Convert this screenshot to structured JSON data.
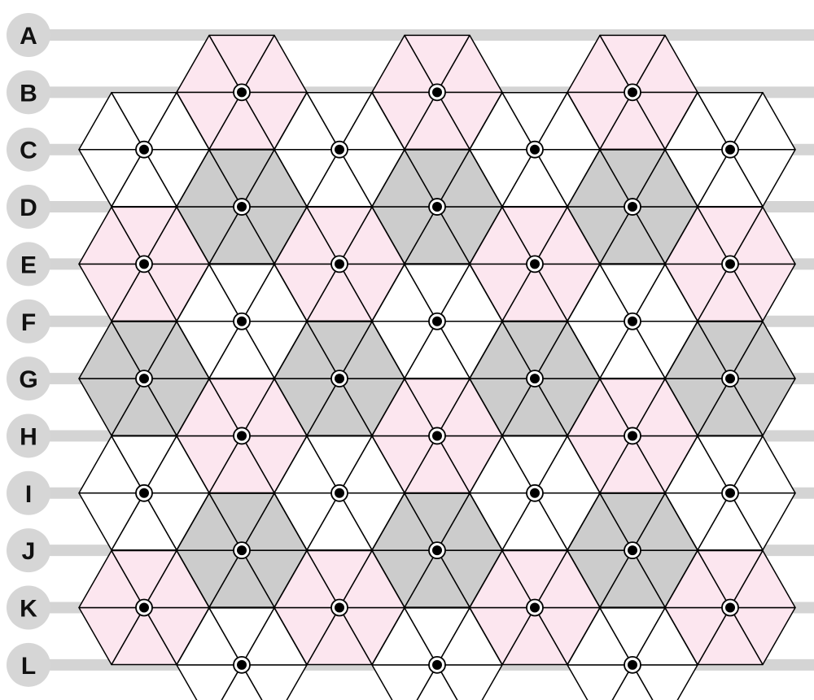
{
  "board": {
    "row_labels": [
      "A",
      "B",
      "C",
      "D",
      "E",
      "F",
      "G",
      "H",
      "I",
      "J",
      "K",
      "L"
    ],
    "colors": {
      "background": "#ffffff",
      "white": "#ffffff",
      "pink": "#fce6ef",
      "gray": "#cccccc",
      "grid_line": "#000000",
      "row_line": "#d4d4d4",
      "label_badge": "#d6d6d6",
      "label_text": "#111111",
      "node_fill": "#ffffff",
      "node_dot": "#000000"
    },
    "hexagons": [
      {
        "row": "B",
        "col": 2,
        "color": "pink"
      },
      {
        "row": "B",
        "col": 4,
        "color": "pink"
      },
      {
        "row": "B",
        "col": 6,
        "color": "pink"
      },
      {
        "row": "C",
        "col": 1,
        "color": "white"
      },
      {
        "row": "C",
        "col": 3,
        "color": "white"
      },
      {
        "row": "C",
        "col": 5,
        "color": "white"
      },
      {
        "row": "C",
        "col": 7,
        "color": "white"
      },
      {
        "row": "D",
        "col": 2,
        "color": "gray"
      },
      {
        "row": "D",
        "col": 4,
        "color": "gray"
      },
      {
        "row": "D",
        "col": 6,
        "color": "gray"
      },
      {
        "row": "E",
        "col": 1,
        "color": "pink"
      },
      {
        "row": "E",
        "col": 3,
        "color": "pink"
      },
      {
        "row": "E",
        "col": 5,
        "color": "pink"
      },
      {
        "row": "E",
        "col": 7,
        "color": "pink"
      },
      {
        "row": "F",
        "col": 2,
        "color": "white"
      },
      {
        "row": "F",
        "col": 4,
        "color": "white"
      },
      {
        "row": "F",
        "col": 6,
        "color": "white"
      },
      {
        "row": "G",
        "col": 1,
        "color": "gray"
      },
      {
        "row": "G",
        "col": 3,
        "color": "gray"
      },
      {
        "row": "G",
        "col": 5,
        "color": "gray"
      },
      {
        "row": "G",
        "col": 7,
        "color": "gray"
      },
      {
        "row": "H",
        "col": 2,
        "color": "pink"
      },
      {
        "row": "H",
        "col": 4,
        "color": "pink"
      },
      {
        "row": "H",
        "col": 6,
        "color": "pink"
      },
      {
        "row": "I",
        "col": 1,
        "color": "white"
      },
      {
        "row": "I",
        "col": 3,
        "color": "white"
      },
      {
        "row": "I",
        "col": 5,
        "color": "white"
      },
      {
        "row": "I",
        "col": 7,
        "color": "white"
      },
      {
        "row": "J",
        "col": 2,
        "color": "gray"
      },
      {
        "row": "J",
        "col": 4,
        "color": "gray"
      },
      {
        "row": "J",
        "col": 6,
        "color": "gray"
      },
      {
        "row": "K",
        "col": 1,
        "color": "pink"
      },
      {
        "row": "K",
        "col": 3,
        "color": "pink"
      },
      {
        "row": "K",
        "col": 5,
        "color": "pink"
      },
      {
        "row": "K",
        "col": 7,
        "color": "pink"
      },
      {
        "row": "L",
        "col": 2,
        "color": "white"
      },
      {
        "row": "L",
        "col": 4,
        "color": "white"
      },
      {
        "row": "L",
        "col": 6,
        "color": "white"
      }
    ]
  }
}
